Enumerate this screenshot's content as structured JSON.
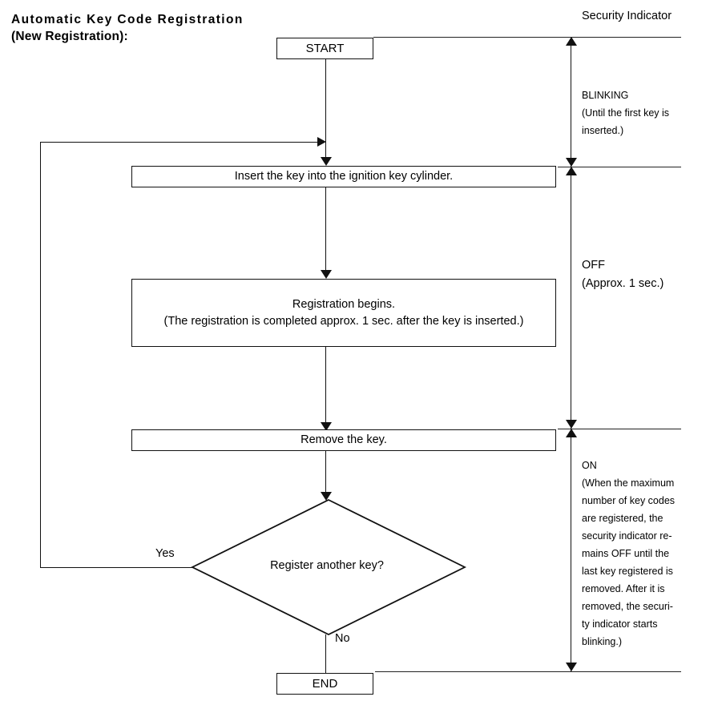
{
  "title": {
    "line1": "Automatic Key Code Registration",
    "line2": "(New Registration):"
  },
  "indicator_column": {
    "heading": "Security Indicator",
    "phases": [
      {
        "state": "BLINKING",
        "detail_lines": [
          "(Until the first key is",
          "inserted.)"
        ]
      },
      {
        "state": "OFF",
        "detail_lines": [
          "(Approx. 1 sec.)"
        ]
      },
      {
        "state": "ON",
        "detail_lines": [
          "(When the maximum",
          "number of key codes",
          "are registered, the",
          "security indicator re-",
          "mains OFF until the",
          "last key registered is",
          "removed. After it is",
          "removed, the securi-",
          "ty indicator starts",
          "blinking.)"
        ]
      }
    ]
  },
  "flowchart": {
    "start_label": "START",
    "end_label": "END",
    "steps": [
      {
        "text_lines": [
          "Insert the key into the ignition key cylinder."
        ]
      },
      {
        "text_lines": [
          "Registration begins.",
          "(The registration is completed approx. 1 sec. after the key is inserted.)"
        ]
      },
      {
        "text_lines": [
          "Remove the key."
        ]
      }
    ],
    "decision": {
      "question": "Register another key?",
      "yes_label": "Yes",
      "no_label": "No"
    }
  },
  "colors": {
    "ink": "#111111",
    "background": "#ffffff"
  }
}
